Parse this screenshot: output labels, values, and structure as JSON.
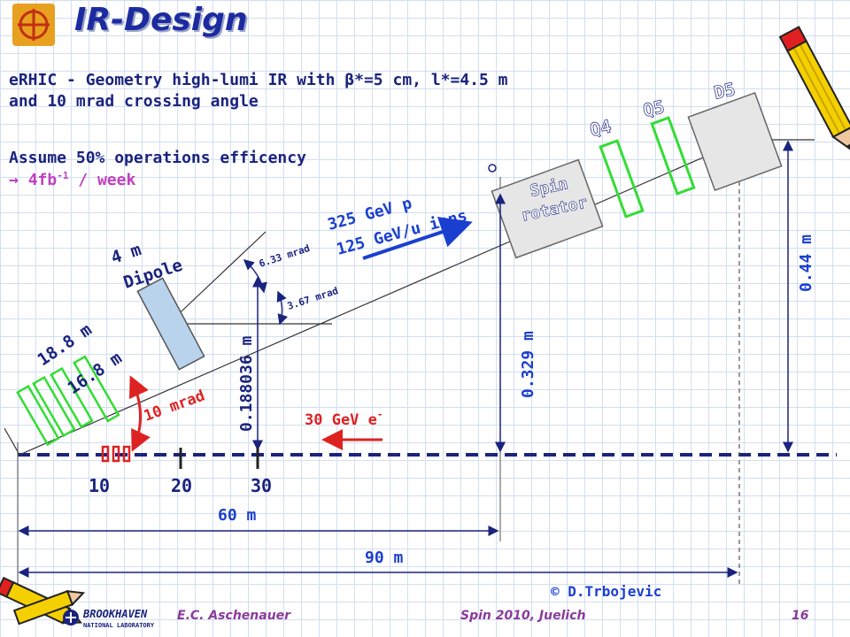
{
  "title": "IR-Design",
  "description": {
    "line1": "eRHIC - Geometry high-lumi IR with β*=5 cm, l*=4.5 m",
    "line2": "and 10 mrad crossing angle",
    "line3": "Assume 50% operations efficency",
    "line4_arrow": "→",
    "line4_text": "4fb",
    "line4_sup": "-1",
    "line4_tail": " / week"
  },
  "labels": {
    "dipole_4m": "4 m",
    "dipole": "Dipole",
    "spin": "Spin",
    "rotator": "rotator",
    "q4": "Q4",
    "q5": "Q5",
    "d5": "D5",
    "beam_p": "325 GeV p",
    "beam_ions": "125 GeV/u ions",
    "beam_e": "30 GeV e",
    "beam_e_sup": "-",
    "angle_633": "6.33 mrad",
    "angle_367": "3.67 mrad",
    "angle_10": "10 mrad",
    "dist_188": "18.8 m",
    "dist_168": "16.8 m",
    "vert_0188": "0.188036 m",
    "vert_0329": "0.329 m",
    "vert_044": "0.44 m",
    "tick_10": "10",
    "tick_20": "20",
    "tick_30": "30",
    "dim_60": "60 m",
    "dim_90": "90 m",
    "credit": "© D.Trbojevic"
  },
  "footer": {
    "author": "E.C. Aschenauer",
    "conference": "Spin 2010, Juelich",
    "page": "16",
    "lab_name": "BROOKHAVEN",
    "lab_sub": "NATIONAL LABORATORY"
  },
  "colors": {
    "title": "#1d2ba0",
    "text_blue": "#1a237e",
    "magenta": "#c040c0",
    "green": "#33dd33",
    "red": "#dd2222",
    "beam": "#1a3fd0",
    "magnet_fill": "#e6e6e6",
    "dipole_fill": "#b9d3ec"
  }
}
